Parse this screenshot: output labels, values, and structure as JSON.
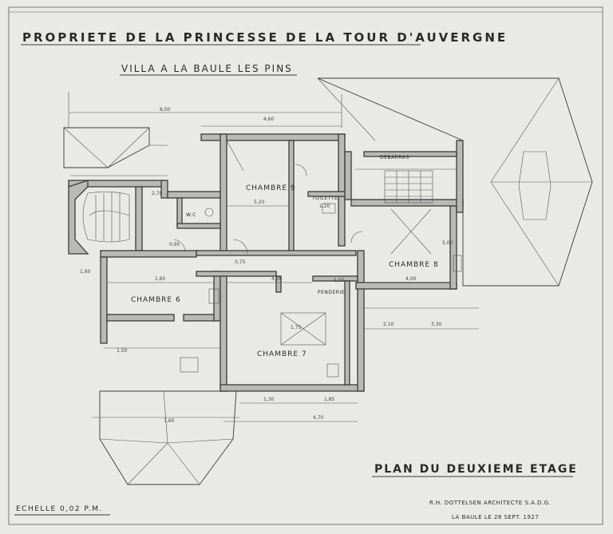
{
  "header": {
    "title": "PROPRIETE DE LA PRINCESSE DE LA TOUR D'AUVERGNE",
    "subtitle": "VILLA A LA BAULE LES PINS"
  },
  "rooms": {
    "chambre_6": "CHAMBRE 6",
    "chambre_7": "CHAMBRE 7",
    "chambre_8": "CHAMBRE 8",
    "chambre_9": "CHAMBRE 9",
    "wc": "W.C",
    "toilette": "TOILETTE",
    "penderie": "PENDERIE",
    "debarras": "DEBARRAS"
  },
  "dimensions": {
    "d_800": "8,00",
    "d_460": "4,60",
    "d_165": "1,65",
    "d_520": "5,20",
    "d_400": "4,00",
    "d_760": "7,60",
    "d_470": "4,70",
    "d_155": "1,55",
    "d_130": "1,30",
    "d_185": "1,85",
    "d_175": "1,75",
    "d_095": "0,95",
    "d_120": "1,20",
    "d_500": "5,00",
    "d_160": "1,60",
    "d_150": "1,50",
    "d_270": "2,70",
    "d_075": "0,75",
    "d_210": "2,10",
    "d_330": "3,30"
  },
  "plan_title": "PLAN DU DEUXIEME ETAGE",
  "scale": "ECHELLE 0,02 P.M.",
  "architect": "R.H. DOTTELSEN ARCHITECTE S.A.D.G.",
  "place_date": "LA BAULE LE 28 SEPT. 1927"
}
